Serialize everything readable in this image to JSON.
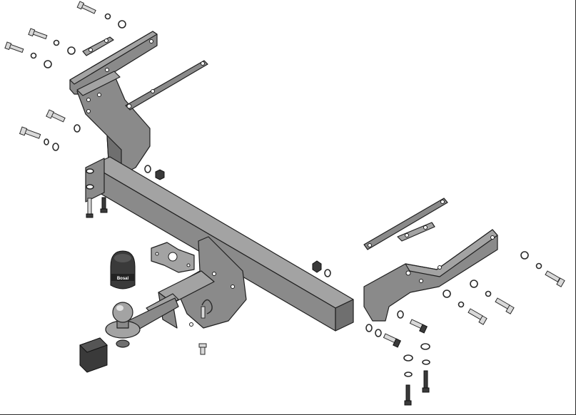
{
  "diagram": {
    "type": "exploded-assembly",
    "cap_logo_text": "Bosal",
    "parts": [
      "main-crossbar",
      "left-bracket",
      "right-bracket",
      "left-strap",
      "right-strap",
      "tow-ball-mount",
      "tow-ball",
      "ball-cover-cap",
      "socket-plate",
      "receiver-end-cap",
      "safety-pin",
      "bolts",
      "washers",
      "nuts"
    ],
    "colors": {
      "steel": "#8a8a8a",
      "steel_light": "#a3a3a3",
      "steel_dark": "#6f6f6f",
      "outline": "#1f1f1f",
      "background": "#ffffff",
      "cap": "#3a3a3a"
    }
  }
}
